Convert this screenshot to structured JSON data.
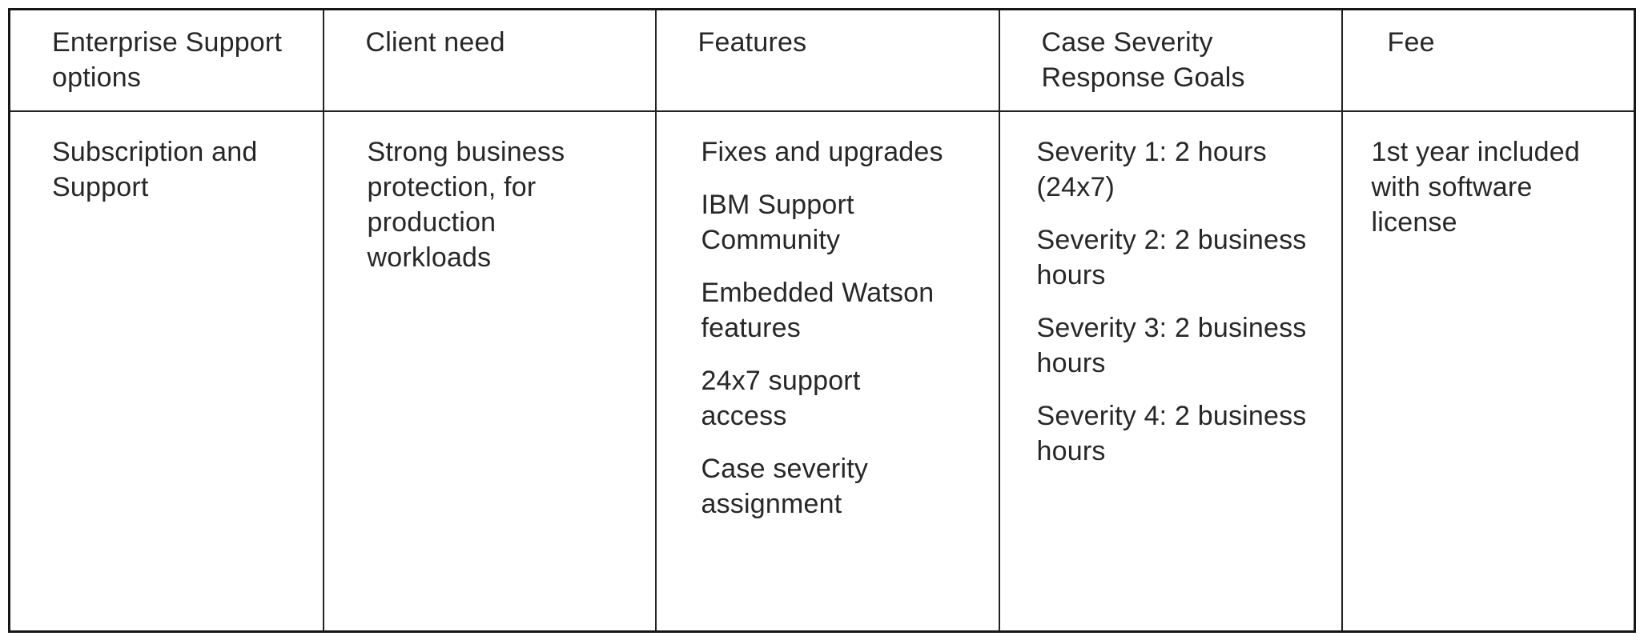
{
  "colors": {
    "background": "#ffffff",
    "text": "#272727",
    "border_outer": "#161616",
    "border_inner": "#222222"
  },
  "table": {
    "headers": [
      "Enterprise Support options",
      "Client need",
      "Features",
      "Case Severity Response Goals",
      "Fee"
    ],
    "rows": [
      {
        "enterprise_support_option": "Subscription and Support",
        "client_need": "Strong business protection, for production workloads",
        "features": [
          "Fixes and upgrades",
          "IBM Support Community",
          "Embedded Watson features",
          "24x7 support access",
          "Case severity assignment"
        ],
        "case_severity_response_goals": [
          "Severity 1: 2 hours (24x7)",
          "Severity 2: 2 business hours",
          "Severity 3: 2 business hours",
          "Severity 4: 2 business hours"
        ],
        "fee": "1st year included with software license"
      }
    ]
  }
}
